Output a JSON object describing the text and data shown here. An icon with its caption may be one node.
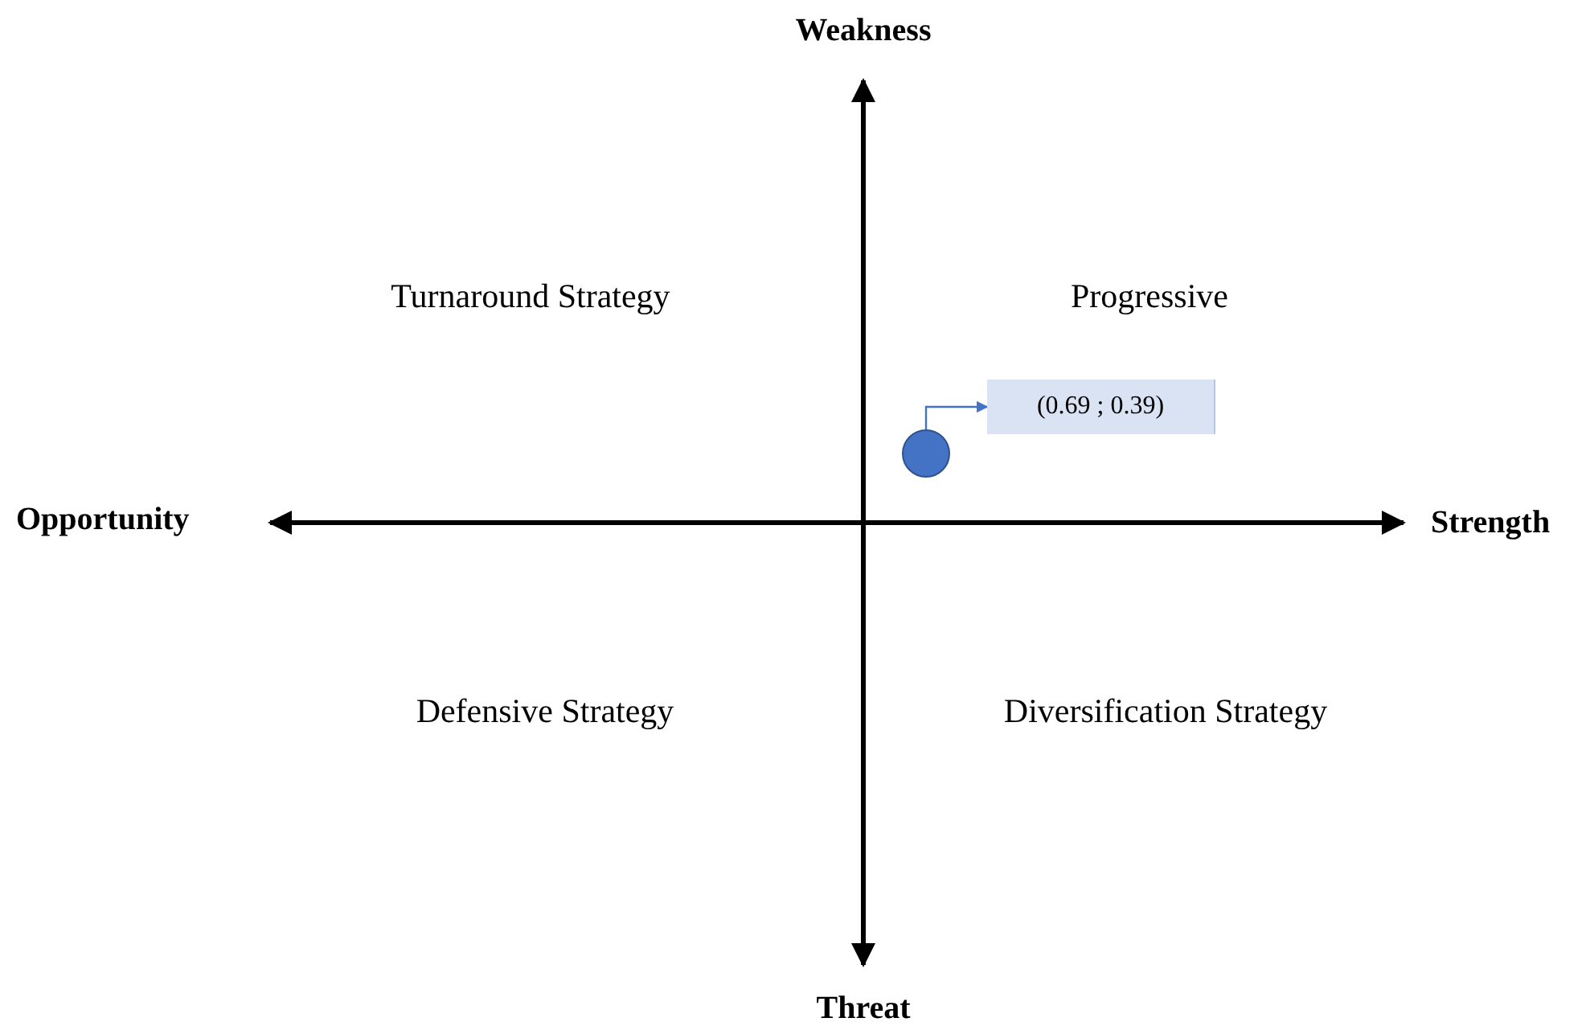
{
  "diagram": {
    "nodes": [
      {
        "text": [
          "(0.69 ; 0.39)"
        ]
      },
      {
        "text": [],
        "shape": "circle"
      }
    ],
    "edges": [
      {
        "from": 1,
        "to": 0,
        "arrow": "to"
      }
    ],
    "labels": [
      "Weakness",
      "Turnaround Strategy",
      "Progressive",
      "Opportunity",
      "Strength",
      "Defensive Strategy",
      "Diversification Strategy",
      "Threat"
    ]
  }
}
